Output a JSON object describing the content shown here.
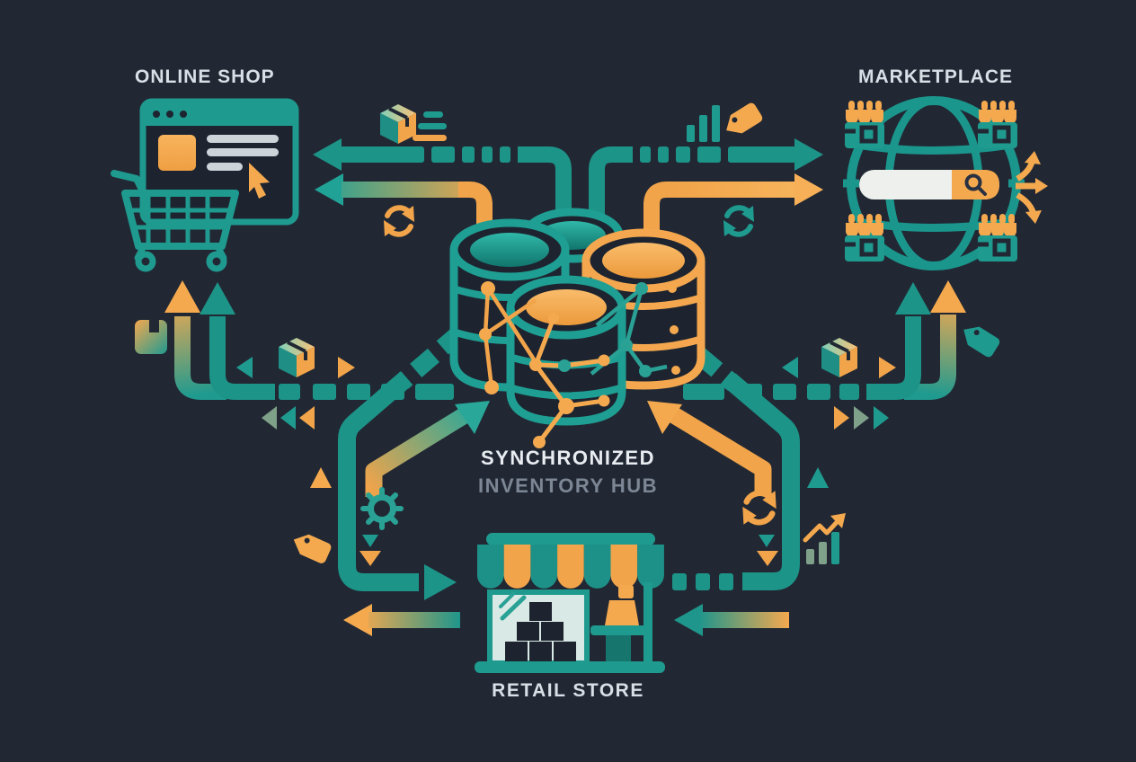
{
  "labels": {
    "online_shop": "ONLINE SHOP",
    "marketplace": "MARKETPLACE",
    "hub_line1": "SYNCHRONIZED",
    "hub_line2": "INVENTORY HUB",
    "retail_store": "RETAIL STORE"
  },
  "palette": {
    "background": "#212834",
    "teal": "#1d9488",
    "teal_dark": "#14766e",
    "teal_light": "#2fb3a4",
    "orange": "#f2a44a",
    "orange_light": "#f5a94f",
    "sage": "#7fa089",
    "surface_dark": "#1d2430",
    "window_fill": "#d9e9e6",
    "pill_fill": "#edf0ec",
    "text_bright": "#e9edf2",
    "text_dim": "#7c8694",
    "line_gray": "#ccd4da"
  },
  "icon_names": [
    "browser-window-icon",
    "shopping-cart-icon",
    "cursor-icon",
    "product-image-swatch",
    "globe-icon",
    "mini-storefront-icon",
    "search-bar-icon",
    "magnifier-icon",
    "spread-arrows-icon",
    "database-cylinder-icon",
    "network-nodes-icon",
    "retail-storefront-icon",
    "awning-icon",
    "cash-register-icon",
    "stacked-boxes-icon",
    "package-box-icon",
    "parcel-icon",
    "sync-icon",
    "bar-chart-icon",
    "price-tag-icon",
    "gear-icon",
    "growth-chart-icon",
    "triangle-marker-icon",
    "flow-arrow"
  ]
}
